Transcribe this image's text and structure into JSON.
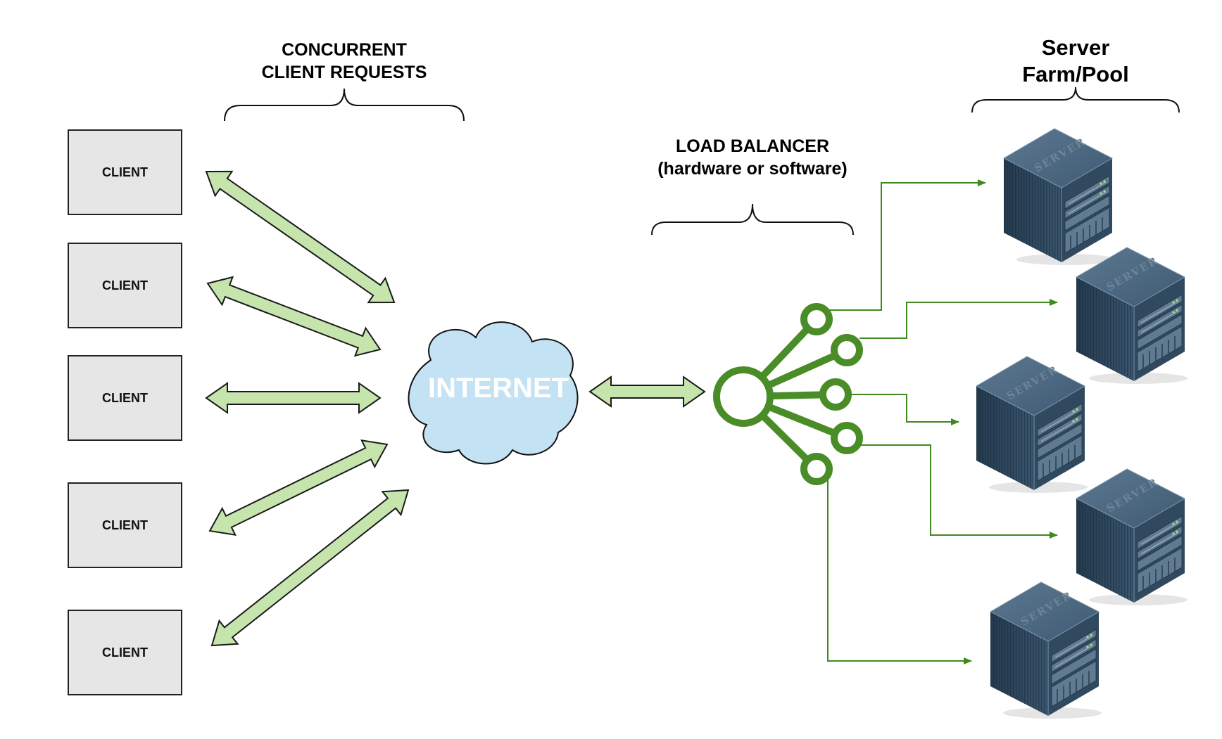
{
  "headings": {
    "concurrent_line1": "CONCURRENT",
    "concurrent_line2": "CLIENT REQUESTS",
    "load_balancer_line1": "LOAD BALANCER",
    "load_balancer_line2": "(hardware or software)",
    "farm_line1": "Server",
    "farm_line2": "Farm/Pool"
  },
  "clients": [
    {
      "label": "CLIENT"
    },
    {
      "label": "CLIENT"
    },
    {
      "label": "CLIENT"
    },
    {
      "label": "CLIENT"
    },
    {
      "label": "CLIENT"
    }
  ],
  "internet": {
    "label": "INTERNET"
  },
  "servers": [
    {
      "label": "SERVER"
    },
    {
      "label": "SERVER"
    },
    {
      "label": "SERVER"
    },
    {
      "label": "SERVER"
    },
    {
      "label": "SERVER"
    }
  ],
  "colors": {
    "client_fill": "#e6e6e6",
    "arrow_fill": "#c5e5ad",
    "cloud_fill": "#c3e2f4",
    "balancer_green": "#4a8c27",
    "connector_green": "#3f8a20",
    "server_dark": "#2a4257"
  },
  "icons": {
    "load_balancer": "load-balancer-icon",
    "cloud": "cloud-icon",
    "server": "server-rack-icon"
  }
}
